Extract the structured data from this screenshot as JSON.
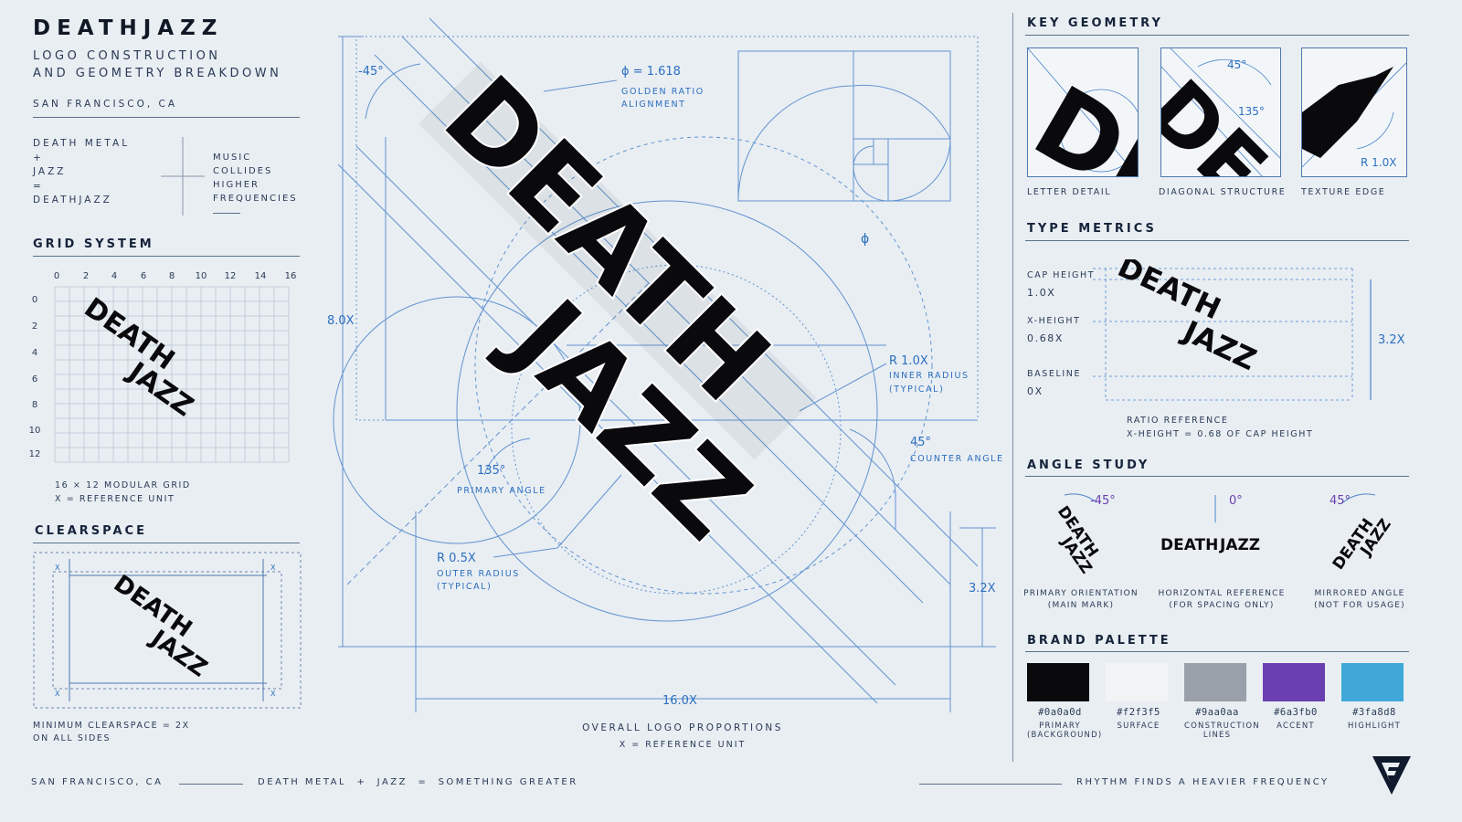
{
  "header": {
    "title": "DEATHJAZZ",
    "subtitle_line1": "LOGO CONSTRUCTION",
    "subtitle_line2": "AND GEOMETRY BREAKDOWN",
    "location": "SAN FRANCISCO, CA"
  },
  "concept": {
    "equation": [
      "DEATH METAL",
      "+",
      "JAZZ",
      "=",
      "DEATHJAZZ"
    ],
    "tagline": [
      "MUSIC",
      "COLLIDES",
      "HIGHER",
      "FREQUENCIES"
    ]
  },
  "grid_system": {
    "heading": "GRID SYSTEM",
    "x_ticks": [
      "0",
      "2",
      "4",
      "6",
      "8",
      "10",
      "12",
      "14",
      "16"
    ],
    "y_ticks": [
      "0",
      "2",
      "4",
      "6",
      "8",
      "10",
      "12"
    ],
    "caption_line1": "16 × 12 MODULAR GRID",
    "caption_line2": "X = REFERENCE UNIT"
  },
  "clearspace": {
    "heading": "CLEARSPACE",
    "marker": "X",
    "caption_line1": "MINIMUM CLEARSPACE = 2X",
    "caption_line2": "ON ALL SIDES"
  },
  "logo": {
    "word1": "DEATH",
    "word2": "JAZZ"
  },
  "construction": {
    "angle_neg45": "-45°",
    "golden_ratio": "ϕ = 1.618",
    "golden_label_line1": "GOLDEN RATIO",
    "golden_label_line2": "ALIGNMENT",
    "phi": "ϕ",
    "height_8x": "8.0X",
    "inner_radius": "R 1.0X",
    "inner_radius_line1": "INNER RADIUS",
    "inner_radius_line2": "(TYPICAL)",
    "counter_angle": "45°",
    "counter_angle_label": "COUNTER ANGLE",
    "primary_angle": "135°",
    "primary_angle_label": "PRIMARY ANGLE",
    "outer_radius": "R 0.5X",
    "outer_radius_line1": "OUTER RADIUS",
    "outer_radius_line2": "(TYPICAL)",
    "height_32x": "3.2X",
    "width_16x": "16.0X",
    "proportions_line1": "OVERALL LOGO PROPORTIONS",
    "proportions_line2": "X = REFERENCE UNIT"
  },
  "key_geometry": {
    "heading": "KEY GEOMETRY",
    "items": [
      {
        "label": "LETTER DETAIL"
      },
      {
        "label": "DIAGONAL STRUCTURE",
        "a1": "45°",
        "a2": "135°"
      },
      {
        "label": "TEXTURE EDGE",
        "r": "R 1.0X"
      }
    ]
  },
  "type_metrics": {
    "heading": "TYPE METRICS",
    "cap_height_label": "CAP HEIGHT",
    "cap_height_value": "1.0X",
    "x_height_label": "X-HEIGHT",
    "x_height_value": "0.68X",
    "baseline_label": "BASELINE",
    "baseline_value": "0X",
    "height": "3.2X",
    "ratio_line1": "RATIO REFERENCE",
    "ratio_line2": "X-HEIGHT = 0.68 OF CAP HEIGHT"
  },
  "angle_study": {
    "heading": "ANGLE STUDY",
    "items": [
      {
        "angle": "-45°",
        "label_line1": "PRIMARY ORIENTATION",
        "label_line2": "(MAIN MARK)"
      },
      {
        "angle": "0°",
        "label_line1": "HORIZONTAL REFERENCE",
        "label_line2": "(FOR SPACING ONLY)"
      },
      {
        "angle": "45°",
        "label_line1": "MIRRORED ANGLE",
        "label_line2": "(NOT FOR USAGE)"
      }
    ]
  },
  "brand_palette": {
    "heading": "BRAND PALETTE",
    "swatches": [
      {
        "hex": "#0a0a0d",
        "name_line1": "PRIMARY",
        "name_line2": "(BACKGROUND)"
      },
      {
        "hex": "#f2f3f5",
        "name_line1": "SURFACE",
        "name_line2": ""
      },
      {
        "hex": "#9aa0aa",
        "name_line1": "CONSTRUCTION",
        "name_line2": "LINES"
      },
      {
        "hex": "#6a3fb0",
        "name_line1": "ACCENT",
        "name_line2": ""
      },
      {
        "hex": "#3fa8d8",
        "name_line1": "HIGHLIGHT",
        "name_line2": ""
      }
    ]
  },
  "footer": {
    "left_location": "SAN FRANCISCO, CA",
    "center_motto": "DEATH METAL  +  JAZZ  =  SOMETHING GREATER",
    "right_motto": "RHYTHM FINDS A HEAVIER FREQUENCY"
  },
  "colors": {
    "background": "#e9eef3",
    "construction_blue": "#2c6fbf",
    "ink": "#0a0a0d"
  }
}
